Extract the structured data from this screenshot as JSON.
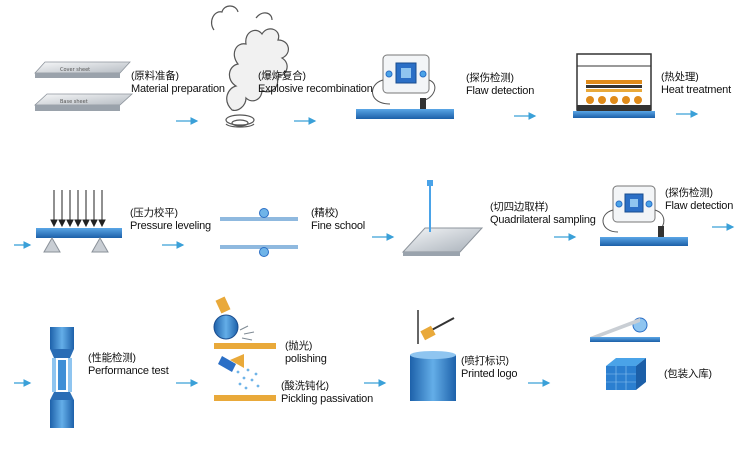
{
  "colors": {
    "arrow": "#3aa0d8",
    "steel_blue": "#2b7fd0",
    "metal_light": "#e7eaee",
    "metal_dark": "#9aa3ad",
    "dark": "#2a2a2a",
    "orange": "#e08b1a",
    "gold": "#e9a93a"
  },
  "plates": {
    "top_label": "Cover sheet",
    "bottom_label": "Base sheet"
  },
  "steps": [
    {
      "cn": "(原料准备)",
      "en": "Material preparation",
      "icon": "plates-icon"
    },
    {
      "cn": "(爆炸复合)",
      "en": "Explosive recombination",
      "icon": "explosion-icon"
    },
    {
      "cn": "(探伤检测)",
      "en": "Flaw detection",
      "icon": "flaw-detector-icon"
    },
    {
      "cn": "(热处理)",
      "en": "Heat treatment",
      "icon": "furnace-icon"
    },
    {
      "cn": "(压力校平)",
      "en": "Pressure leveling",
      "icon": "press-icon"
    },
    {
      "cn": "(精校)",
      "en": "Fine school",
      "icon": "rollers-icon"
    },
    {
      "cn": "(切四边取样)",
      "en": "Quadrilateral sampling",
      "icon": "cutting-icon"
    },
    {
      "cn": "(探伤检测)",
      "en": "Flaw detection",
      "icon": "flaw-detector-icon"
    },
    {
      "cn": "(性能检测)",
      "en": "Performance test",
      "icon": "test-machine-icon"
    },
    {
      "cn": "(抛光)",
      "en": "polishing",
      "icon": "polishing-icon"
    },
    {
      "cn": "(酸洗钝化)",
      "en": "Pickling passivation",
      "icon": "spray-icon"
    },
    {
      "cn": "(喷打标识)",
      "en": "Printed logo",
      "icon": "stamp-icon"
    },
    {
      "cn": "(包装入库)",
      "en": "",
      "icon": "package-icon"
    }
  ]
}
